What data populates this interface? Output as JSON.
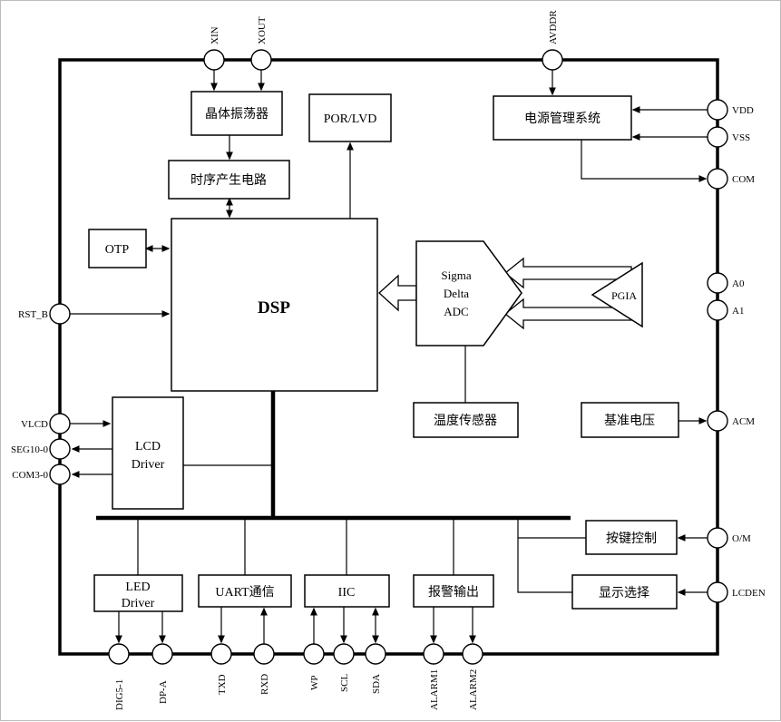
{
  "diagram": {
    "colors": {
      "line": "#000000",
      "background": "#ffffff"
    },
    "blocks": {
      "crystal_osc": {
        "label": "晶体振荡器"
      },
      "por_lvd": {
        "label": "POR/LVD"
      },
      "power_mgmt": {
        "label": "电源管理系统"
      },
      "timing_gen": {
        "label": "时序产生电路"
      },
      "otp": {
        "label": "OTP"
      },
      "dsp": {
        "label": "DSP"
      },
      "sigma_delta_adc": {
        "lines": [
          "Sigma",
          "Delta",
          "ADC"
        ]
      },
      "pgia": {
        "label": "PGIA"
      },
      "temp_sensor": {
        "label": "温度传感器"
      },
      "vref": {
        "label": "基准电压"
      },
      "lcd_driver": {
        "lines": [
          "LCD",
          "Driver"
        ]
      },
      "key_control": {
        "label": "按键控制"
      },
      "display_select": {
        "label": "显示选择"
      },
      "led_driver": {
        "lines": [
          "LED",
          "Driver"
        ]
      },
      "uart": {
        "label": "UART通信"
      },
      "iic": {
        "label": "IIC"
      },
      "alarm_out": {
        "label": "报警输出"
      }
    },
    "pins": {
      "xin": "XIN",
      "xout": "XOUT",
      "avddr": "AVDDR",
      "vdd": "VDD",
      "vss": "VSS",
      "com": "COM",
      "a0": "A0",
      "a1": "A1",
      "acm": "ACM",
      "om": "O/M",
      "lcden": "LCDEN",
      "rst_b": "RST_B",
      "vlcd": "VLCD",
      "seg10_0": "SEG10-0",
      "com3_0": "COM3-0",
      "dig5_1": "DIG5-1",
      "dp_a": "DP-A",
      "txd": "TXD",
      "rxd": "RXD",
      "wp": "WP",
      "scl": "SCL",
      "sda": "SDA",
      "alarm1": "ALARM1",
      "alarm2": "ALARM2"
    }
  }
}
